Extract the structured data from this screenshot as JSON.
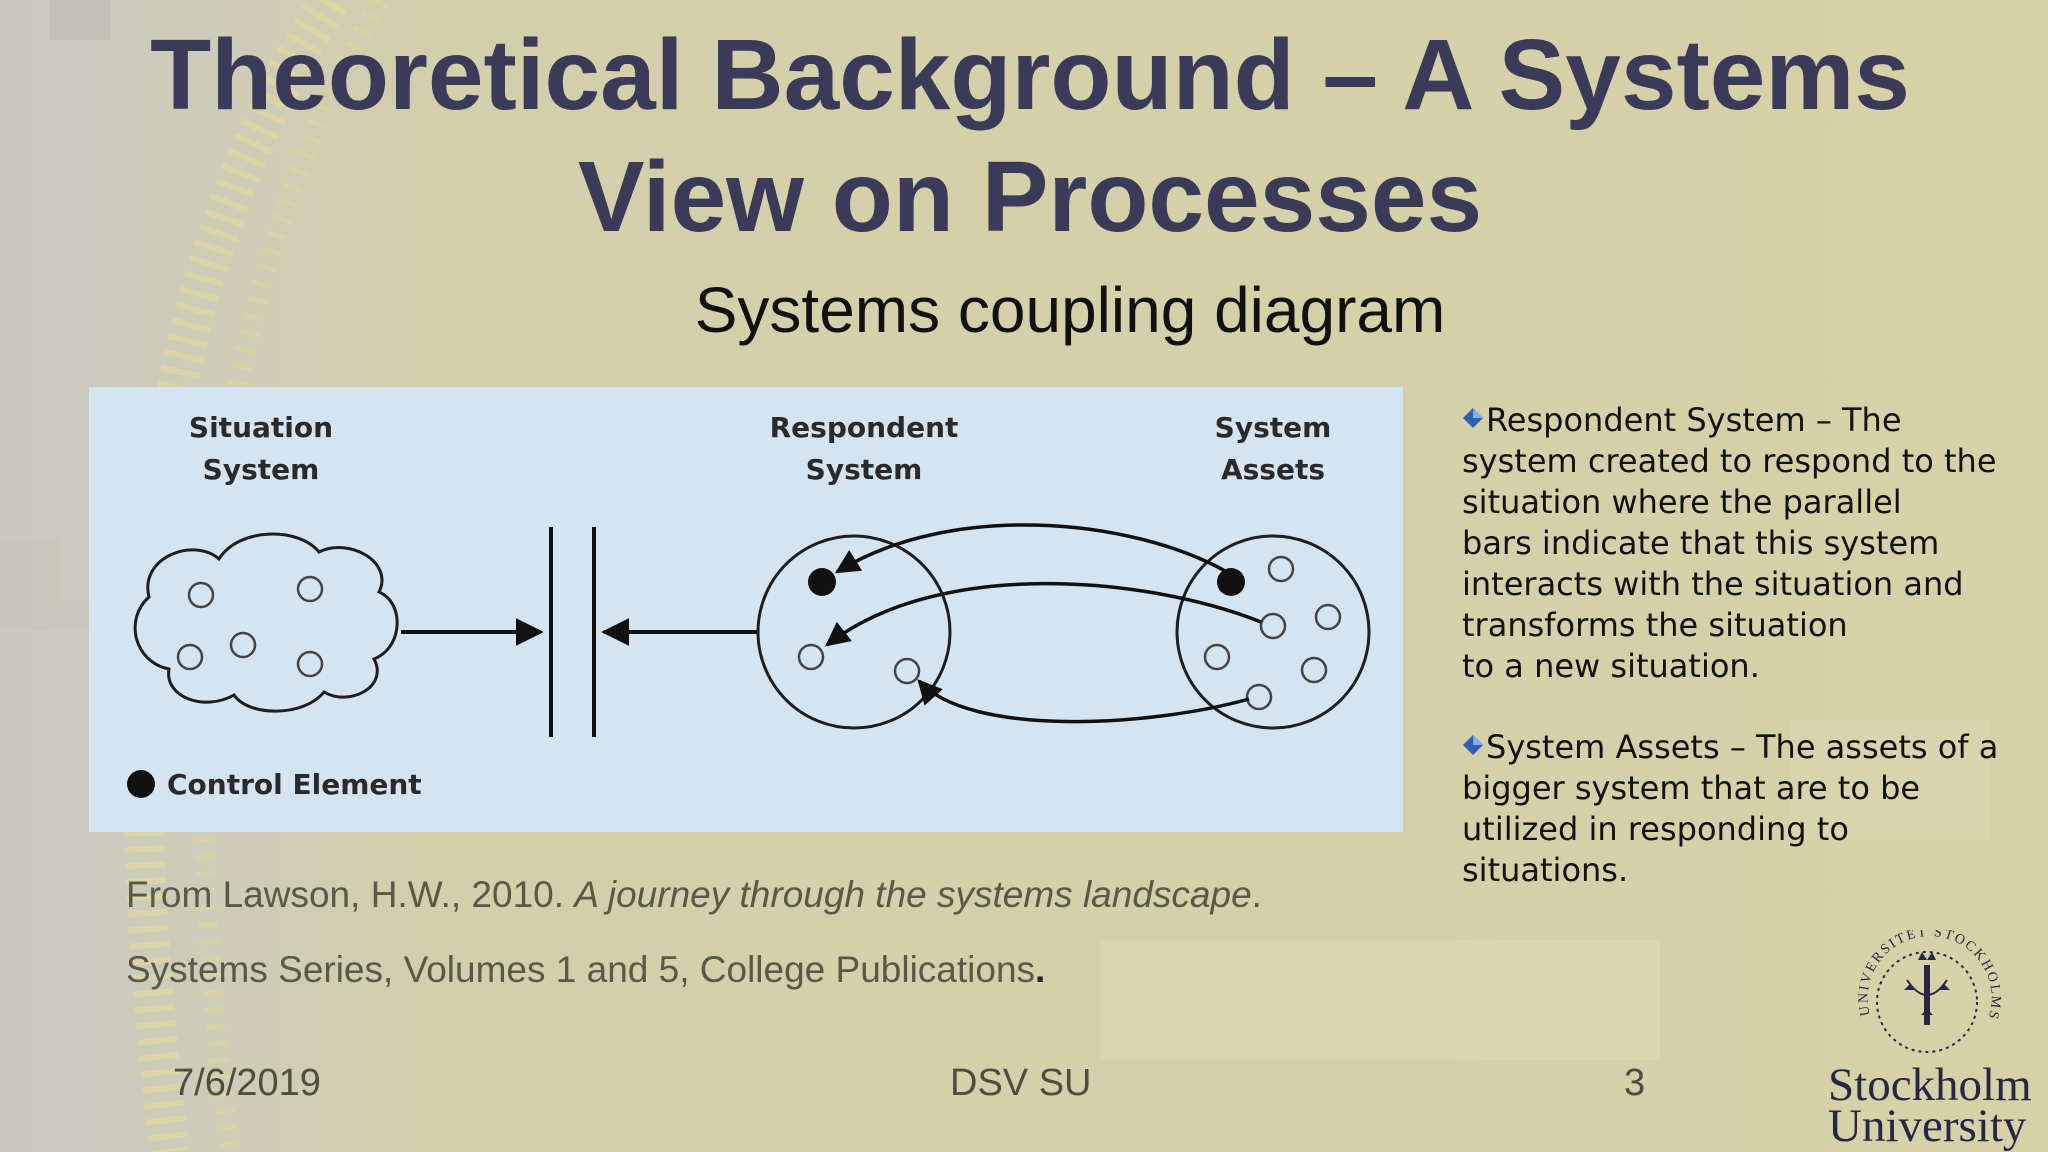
{
  "slide": {
    "title_line1": "Theoretical Background – A Systems",
    "title_line2": "View on Processes",
    "subtitle": "Systems coupling diagram"
  },
  "diagram": {
    "labels": {
      "situation_line1": "Situation",
      "situation_line2": "System",
      "respondent_line1": "Respondent",
      "respondent_line2": "System",
      "assets_line1": "System",
      "assets_line2": "Assets",
      "legend": "Control Element"
    },
    "colors": {
      "background": "#d4e4f1",
      "ink": "#111111"
    }
  },
  "bullets": [
    {
      "icon": "blue-diamond-icon",
      "lines": [
        "Respondent System – The",
        "system created to respond to the",
        "situation where the parallel",
        "bars indicate that this system",
        "interacts with the situation and",
        "transforms the situation",
        "to a new situation."
      ]
    },
    {
      "icon": "blue-diamond-icon",
      "lines": [
        "System Assets – The assets of a",
        "bigger system that are to be",
        "utilized in responding to",
        "situations."
      ]
    }
  ],
  "reference": {
    "line1_prefix": "From Lawson, H.W., 2010. ",
    "line1_italic": "A journey through the systems landscape",
    "line1_suffix": ".",
    "line2": "Systems Series, Volumes 1 and 5, College Publications",
    "line2_suffix": "."
  },
  "footer": {
    "date": "7/6/2019",
    "center": "DSV SU",
    "page": "3"
  },
  "logo": {
    "name_line1": "Stockholm",
    "name_line2": "University",
    "seal_text": "UNIVERSITET STOCKHOLMS"
  },
  "theme": {
    "title_color": "#3b3a58",
    "background": "#d3cfa6"
  }
}
